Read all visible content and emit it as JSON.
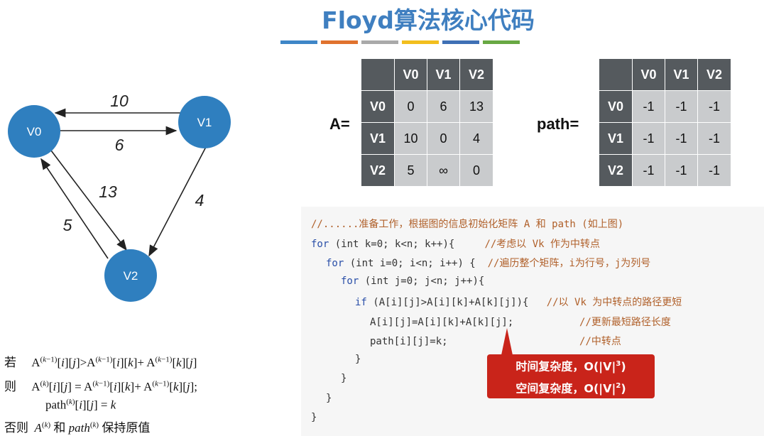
{
  "title": "Floyd算法核心代码",
  "bar_colors": [
    "#3e86c7",
    "#e0722e",
    "#a9a9a9",
    "#f2be1e",
    "#3f70b5",
    "#68a843"
  ],
  "graph": {
    "nodes": [
      "V0",
      "V1",
      "V2"
    ],
    "edge_labels": [
      "10",
      "6",
      "13",
      "4",
      "5"
    ]
  },
  "matrix_a": {
    "label": "A=",
    "cols": [
      "V0",
      "V1",
      "V2"
    ],
    "rows": [
      {
        "head": "V0",
        "cells": [
          "0",
          "6",
          "13"
        ]
      },
      {
        "head": "V1",
        "cells": [
          "10",
          "0",
          "4"
        ]
      },
      {
        "head": "V2",
        "cells": [
          "5",
          "∞",
          "0"
        ]
      }
    ]
  },
  "matrix_path": {
    "label": "path=",
    "cols": [
      "V0",
      "V1",
      "V2"
    ],
    "rows": [
      {
        "head": "V0",
        "cells": [
          "-1",
          "-1",
          "-1"
        ]
      },
      {
        "head": "V1",
        "cells": [
          "-1",
          "-1",
          "-1"
        ]
      },
      {
        "head": "V2",
        "cells": [
          "-1",
          "-1",
          "-1"
        ]
      }
    ]
  },
  "code": [
    {
      "code": "",
      "comment": "//......准备工作，根据图的信息初始化矩阵 A 和 path (如上图)"
    },
    {
      "kw": "for",
      "code": " (int k=0; k<n; k++){     ",
      "comment": "//考虑以 Vk 作为中转点"
    },
    {
      "kw": "for",
      "code": " (int i=0; i<n; i++) {  ",
      "comment": "//遍历整个矩阵，i为行号，j为列号"
    },
    {
      "kw": "for",
      "code": " (int j=0; j<n; j++){",
      "comment": ""
    },
    {
      "kw": "if",
      "code": " (A[i][j]>A[i][k]+A[k][j]){   ",
      "comment": "//以 Vk 为中转点的路径更短"
    },
    {
      "code": "A[i][j]=A[i][k]+A[k][j];           ",
      "comment": "//更新最短路径长度"
    },
    {
      "code": "path[i][j]=k;                      ",
      "comment": "//中转点"
    },
    {
      "code": "}",
      "comment": ""
    },
    {
      "code": "}",
      "comment": ""
    },
    {
      "code": "}",
      "comment": ""
    },
    {
      "code": "}",
      "comment": ""
    }
  ],
  "callout": {
    "time": "时间复杂度，O(|V|",
    "time_exp": "3",
    "space": "空间复杂度，O(|V|",
    "space_exp": "2",
    "close": ")"
  },
  "formula": {
    "ruo": "若",
    "ze": "则",
    "fouze": "否则",
    "fouze_text": "保持原值",
    "he": "和"
  }
}
